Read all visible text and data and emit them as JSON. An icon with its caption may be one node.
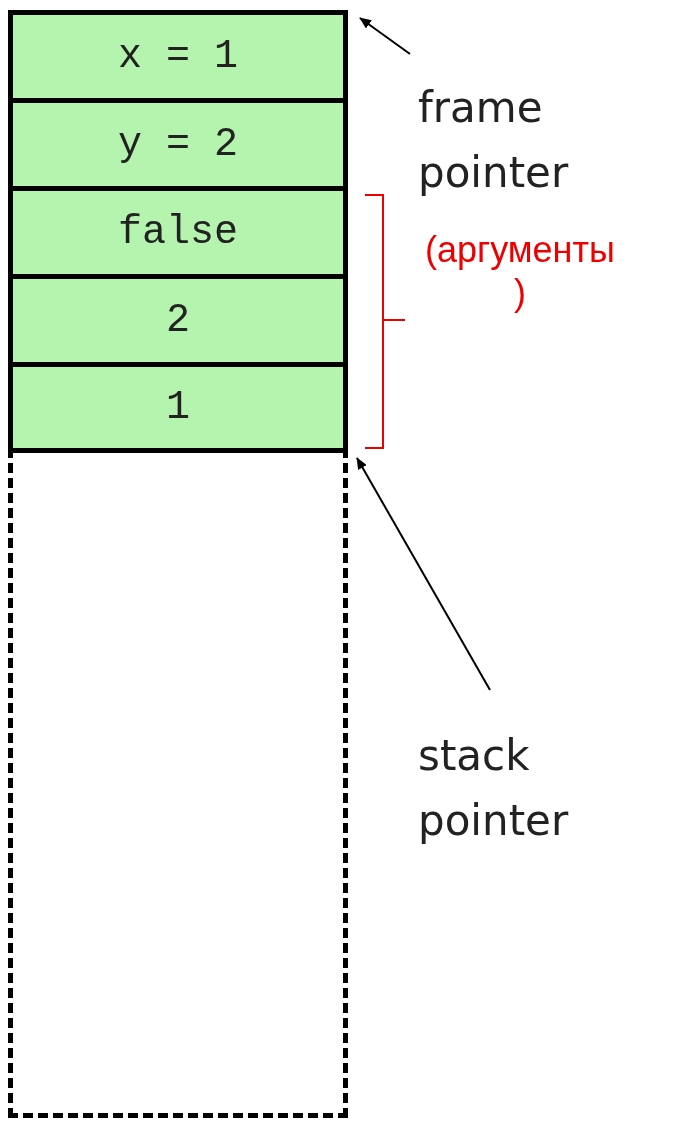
{
  "diagram": {
    "nodes": [
      {
        "text": [
          "x = 1"
        ]
      },
      {
        "text": [
          "y = 2"
        ]
      },
      {
        "text": [
          "false"
        ]
      },
      {
        "text": [
          "2"
        ]
      },
      {
        "text": [
          "1"
        ]
      },
      {
        "text": [],
        "shape": "box"
      },
      {
        "text": [
          "frame pointer"
        ]
      },
      {
        "text": [
          "stack pointer"
        ]
      }
    ],
    "edges": [
      {
        "from": 6,
        "to": 0,
        "arrow": "to"
      },
      {
        "from": 7,
        "to": 5,
        "arrow": "to"
      }
    ],
    "labels": [
      "(аргументы )"
    ]
  }
}
